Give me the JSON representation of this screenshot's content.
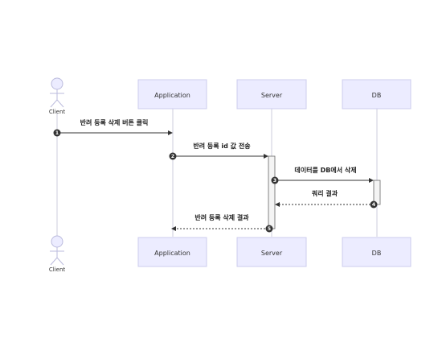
{
  "diagram": {
    "participants": {
      "client": "Client",
      "application": "Application",
      "server": "Server",
      "db": "DB"
    },
    "messages": [
      {
        "number": "1",
        "text": "반려 등록 삭제 버튼 클릭",
        "style": "solid"
      },
      {
        "number": "2",
        "text": "반려 등록 id 값 전송",
        "style": "solid"
      },
      {
        "number": "3",
        "text": "데이터를 DB에서 삭제",
        "style": "solid"
      },
      {
        "number": "4",
        "text": "쿼리 결과",
        "style": "dotted"
      },
      {
        "number": "5",
        "text": "반려 등록 삭제 결과",
        "style": "dotted"
      }
    ]
  }
}
